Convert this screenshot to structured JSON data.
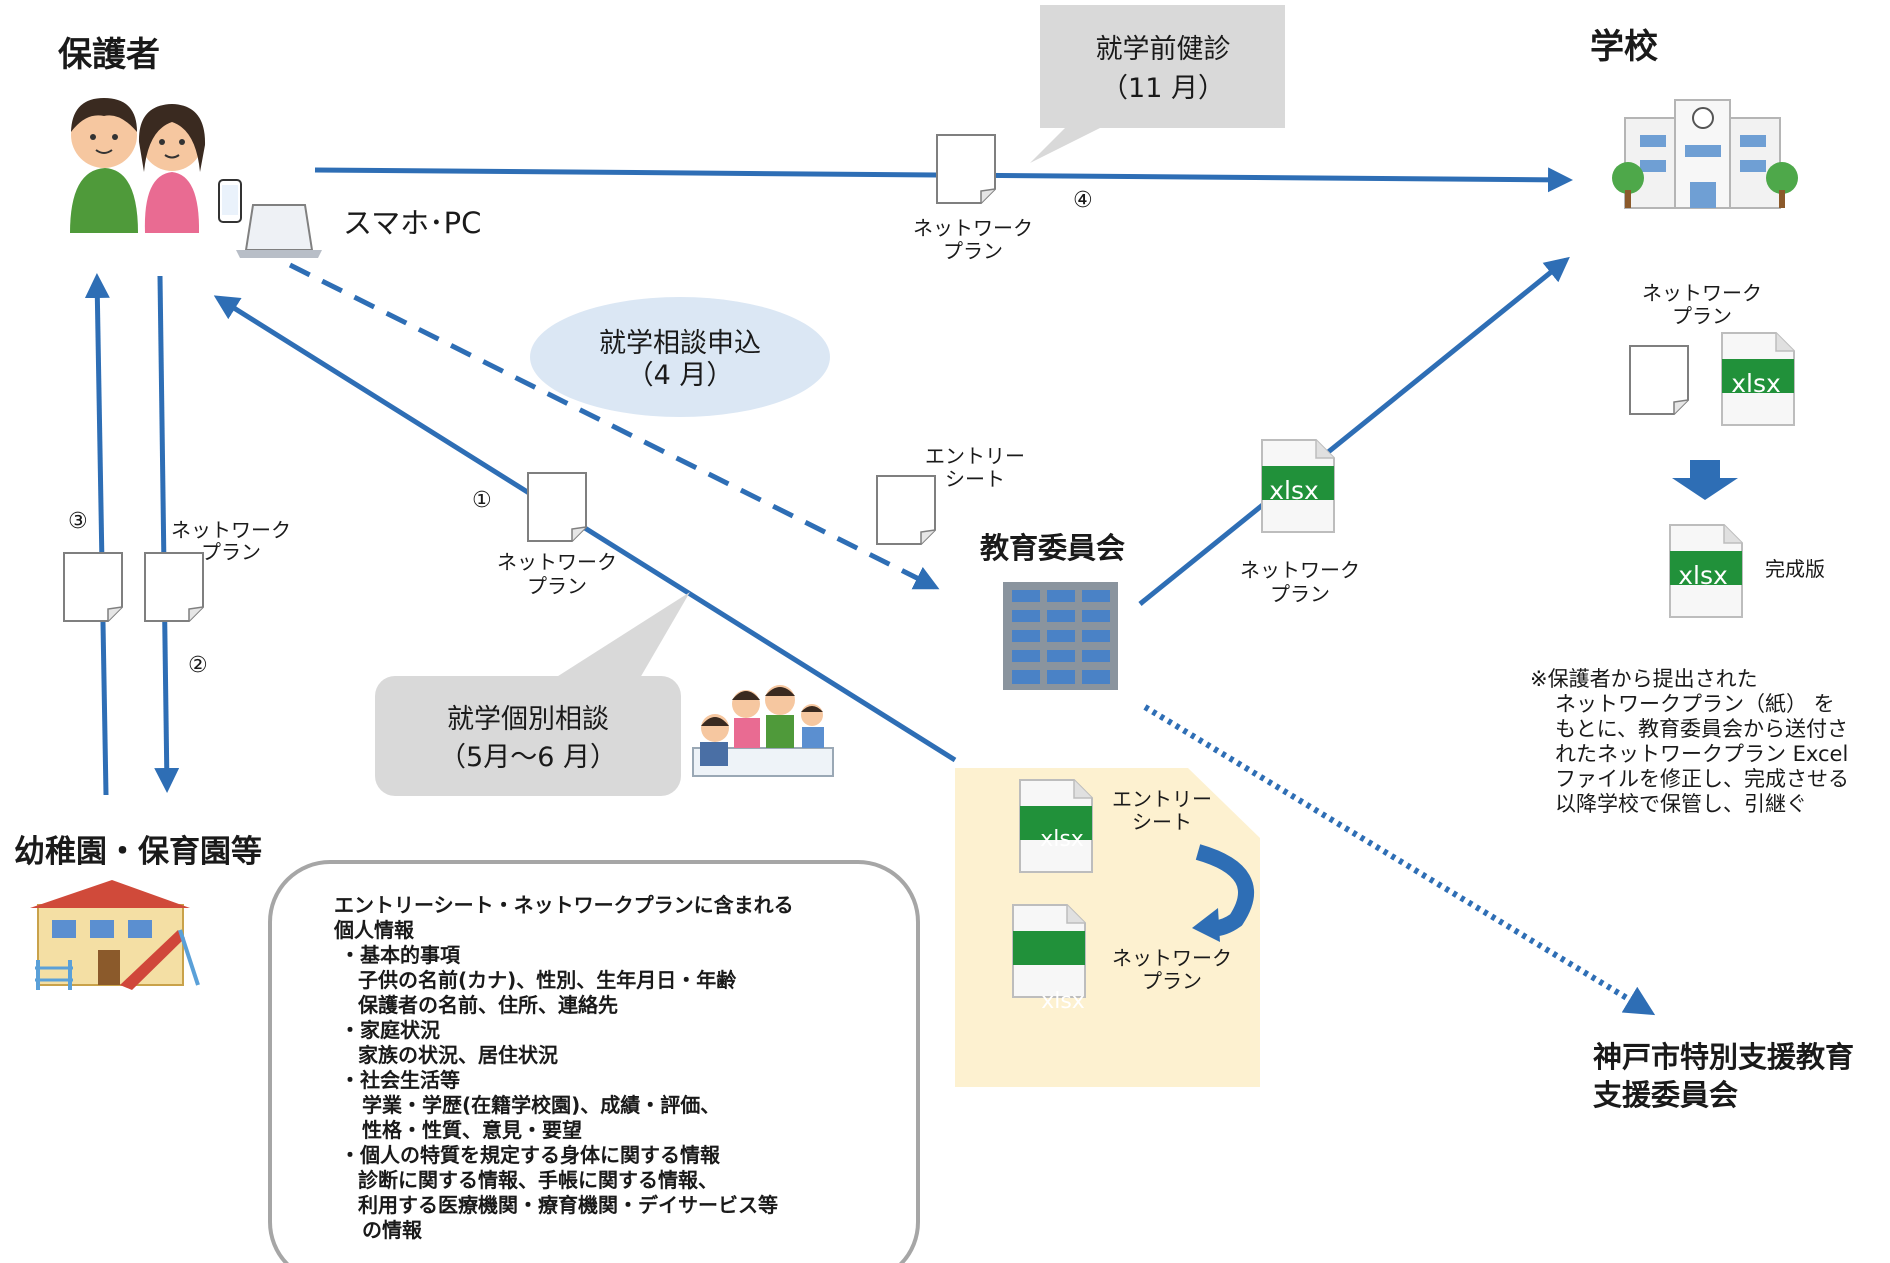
{
  "nodes": {
    "guardian": "保護者",
    "school": "学校",
    "kindergarten": "幼稚園・保育園等",
    "board": "教育委員会",
    "support_committee": [
      "神戸市特別支援教育",
      "支援委員会"
    ]
  },
  "device_label": "スマホ･PC",
  "bubbles": {
    "health_check": [
      "就学前健診",
      "（11 月）"
    ],
    "application": [
      "就学相談申込",
      "（4 月）"
    ],
    "consultation": [
      "就学個別相談",
      "（5月～6 月）"
    ]
  },
  "steps": [
    "①",
    "②",
    "③",
    "④"
  ],
  "doc_labels": {
    "network_plan": [
      "ネットワーク",
      "プラン"
    ],
    "entry_sheet": [
      "エントリー",
      "シート"
    ],
    "xlsx": "xlsx",
    "final_version": "完成版"
  },
  "school_note": [
    "※保護者から提出された",
    "ネットワークプラン（紙） を",
    "もとに、教育委員会から送付さ",
    "れたネットワークプラン Excel",
    "ファイルを修正し、完成させる",
    "以降学校で保管し、引継ぐ"
  ],
  "info_box": [
    "エントリーシート・ネットワークプランに含まれる",
    "個人情報",
    "・基本的事項",
    "子供の名前(カナ)、性別、生年月日・年齢",
    "保護者の名前、住所、連絡先",
    "・家庭状況",
    "家族の状況、居住状況",
    "・社会生活等",
    "学業・学歴(在籍学校園)、成績・評価、",
    "性格・性質、意見・要望",
    "・個人の特質を規定する身体に関する情報",
    "診断に関する情報、手帳に関する情報、",
    "利用する医療機関・療育機関・デイサービス等",
    "の情報"
  ],
  "colors": {
    "arrow": "#2e6eb5",
    "callout": "#d9d9d9",
    "ellipse": "#dbe7f4",
    "yellow_panel": "#fdf1d0",
    "excel_green": "#21913a"
  },
  "icons": [
    "parents-illustration",
    "smartphone-icon",
    "laptop-icon",
    "school-building-icon",
    "kindergarten-icon",
    "office-building-icon",
    "consultation-illustration",
    "document-icon",
    "xlsx-file-icon",
    "down-arrow-icon",
    "curved-arrow-icon"
  ]
}
